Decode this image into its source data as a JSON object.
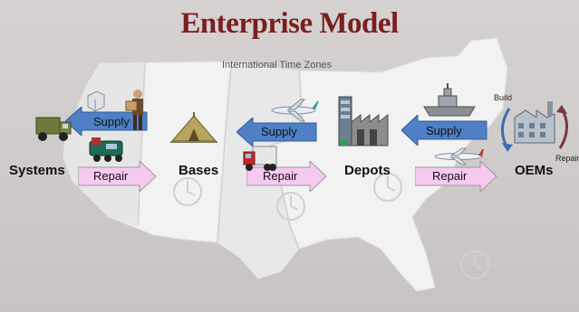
{
  "header": {
    "title": "Enterprise Model",
    "subtitle": "International Time Zones"
  },
  "nodes": {
    "systems": "Systems",
    "bases": "Bases",
    "depots": "Depots",
    "oems": "OEMs"
  },
  "arrows": {
    "supply_1": "Supply",
    "supply_2": "Supply",
    "supply_3": "Supply",
    "repair_1": "Repair",
    "repair_2": "Repair",
    "repair_3": "Repair"
  },
  "oem_cycle": {
    "build": "Build",
    "repair": "Repair"
  },
  "colors": {
    "title": "#7a1f1f",
    "supply_arrow": "#4f7fc4",
    "repair_arrow": "#f6c9f0",
    "map_land": "#f1f1f1",
    "map_zone": "#e4e4e4"
  },
  "icons": [
    "truck-icon",
    "box-carrier-icon",
    "locomotive-icon",
    "tent-icon",
    "airplane-icon",
    "semi-truck-icon",
    "factory-icon",
    "ship-icon",
    "jet-icon",
    "warehouse-icon",
    "cycle-arrow-icon"
  ]
}
